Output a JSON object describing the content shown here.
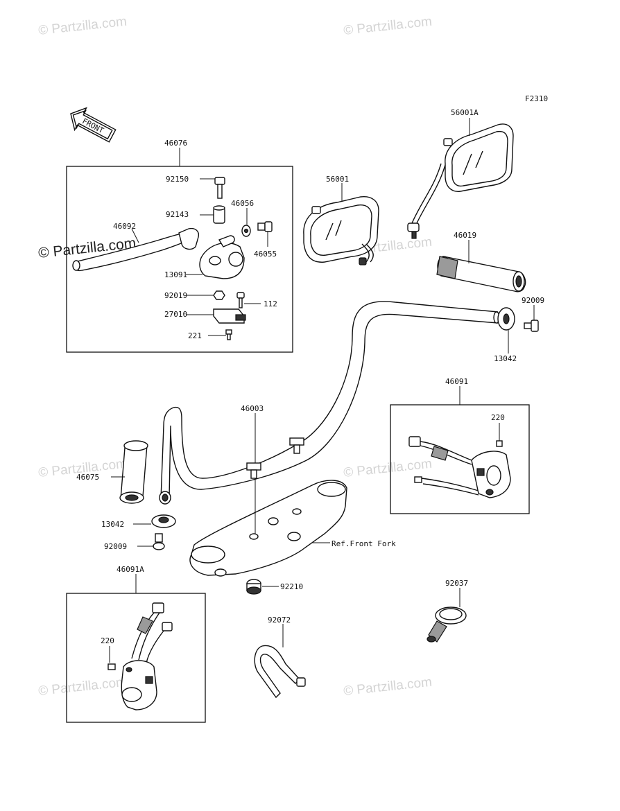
{
  "figure_code": "F2310",
  "front_arrow_label": "FRONT",
  "watermarks": {
    "text": "© Partzilla.com",
    "highlight_text": "© Partzilla.com"
  },
  "callouts": {
    "c46076": "46076",
    "c92150": "92150",
    "c92143": "92143",
    "c46056": "46056",
    "c46092": "46092",
    "c46055": "46055",
    "c13091": "13091",
    "c92019": "92019",
    "c112": "112",
    "c27010": "27010",
    "c221": "221",
    "c56001": "56001",
    "c56001A": "56001A",
    "c46019": "46019",
    "c92009_r": "92009",
    "c13042_r": "13042",
    "c46003": "46003",
    "c46091": "46091",
    "c220_r": "220",
    "c46075": "46075",
    "c13042_l": "13042",
    "c92009_l": "92009",
    "c_ref": "Ref.Front Fork",
    "c46091A": "46091A",
    "c92210": "92210",
    "c92037": "92037",
    "c92072": "92072",
    "c220_l": "220"
  }
}
